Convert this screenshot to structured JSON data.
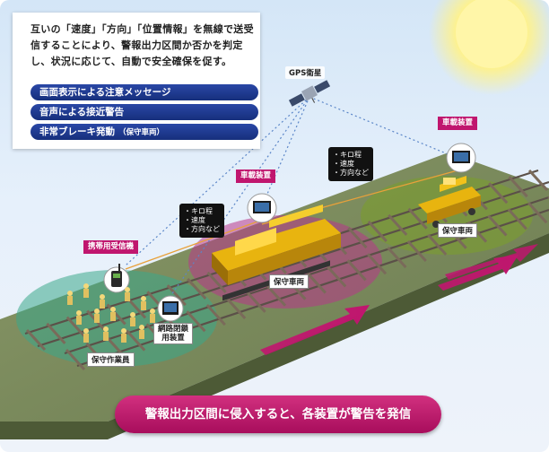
{
  "info": {
    "description": "互いの「速度」「方向」「位置情報」を無線で送受信することにより、警報出力区間か否かを判定し、状況に応じて、自動で安全確保を促す。",
    "features": [
      {
        "label": "画面表示による注意メッセージ",
        "note": ""
      },
      {
        "label": "音声による接近警告",
        "note": ""
      },
      {
        "label": "非常ブレーキ発動",
        "note": "（保守車両）"
      }
    ]
  },
  "gps_label": "GPS衛星",
  "device_tags": {
    "onboard_left": "車載装置",
    "onboard_right": "車載装置",
    "portable": "携帯用受信機"
  },
  "callouts": {
    "left": [
      "キロ程",
      "速度",
      "方向など"
    ],
    "right": [
      "キロ程",
      "速度",
      "方向など"
    ]
  },
  "labels": {
    "vehicle_center": "保守車両",
    "vehicle_right": "保守車両",
    "workers": "保守作業員",
    "network": [
      "網路閉鎖",
      "用装置"
    ]
  },
  "banner": "警報出力区間に侵入すると、各装置が警告を発信",
  "colors": {
    "accent_magenta": "#c0166e",
    "pill_blue": "#1f3d93",
    "sky": "#d4e6f7",
    "ground": "#6f7f55",
    "vehicle_yellow": "#f2c21a"
  },
  "icons": [
    "gps-satellite-icon",
    "sun-icon",
    "onboard-monitor-icon",
    "portable-radio-icon",
    "network-device-icon"
  ]
}
